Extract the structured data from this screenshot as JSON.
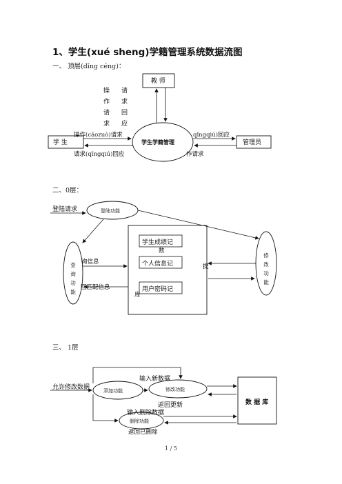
{
  "title": "1、学生(xué sheng)学籍管理系统数据流图",
  "level0": {
    "heading": "一、 顶层(dǐnɡ cénɡ)：",
    "teacher": "教  师",
    "student": "学  生",
    "admin": "管理员",
    "center": "学生学籍管理",
    "op_cols": [
      "操作请求",
      "请求回应"
    ],
    "left_top": "操作(cāozuò)请求",
    "left_bottom": "请求(qǐngqiú)回应",
    "right_top": "qǐngqiú)回应",
    "right_bottom": "作请求"
  },
  "level1": {
    "heading": "二、0层：",
    "login_req": "登陆请求",
    "login_func": "登陆功能",
    "query_func": "查询功能",
    "modify_func": "修改功能",
    "store1": "学生成绩记",
    "store1_sub": "数",
    "store2": "个人信息记",
    "store3": "用户密码记",
    "store_sub": "库",
    "query_info": "询信息",
    "match_info": "回匹配信息",
    "right_lbl": "提"
  },
  "level2": {
    "heading": "三、 1层",
    "input_new": "输入新数据",
    "allow_modify": "允许修改数据",
    "add_func": "添加功能",
    "modify_func": "修改功能",
    "database": "数 据 库",
    "return_update": "返回更新",
    "input_delete": "输入删除数据",
    "delete_func": "删除功能",
    "return_deleted": "返回已删除"
  },
  "footer": {
    "page": "1 / 5"
  }
}
